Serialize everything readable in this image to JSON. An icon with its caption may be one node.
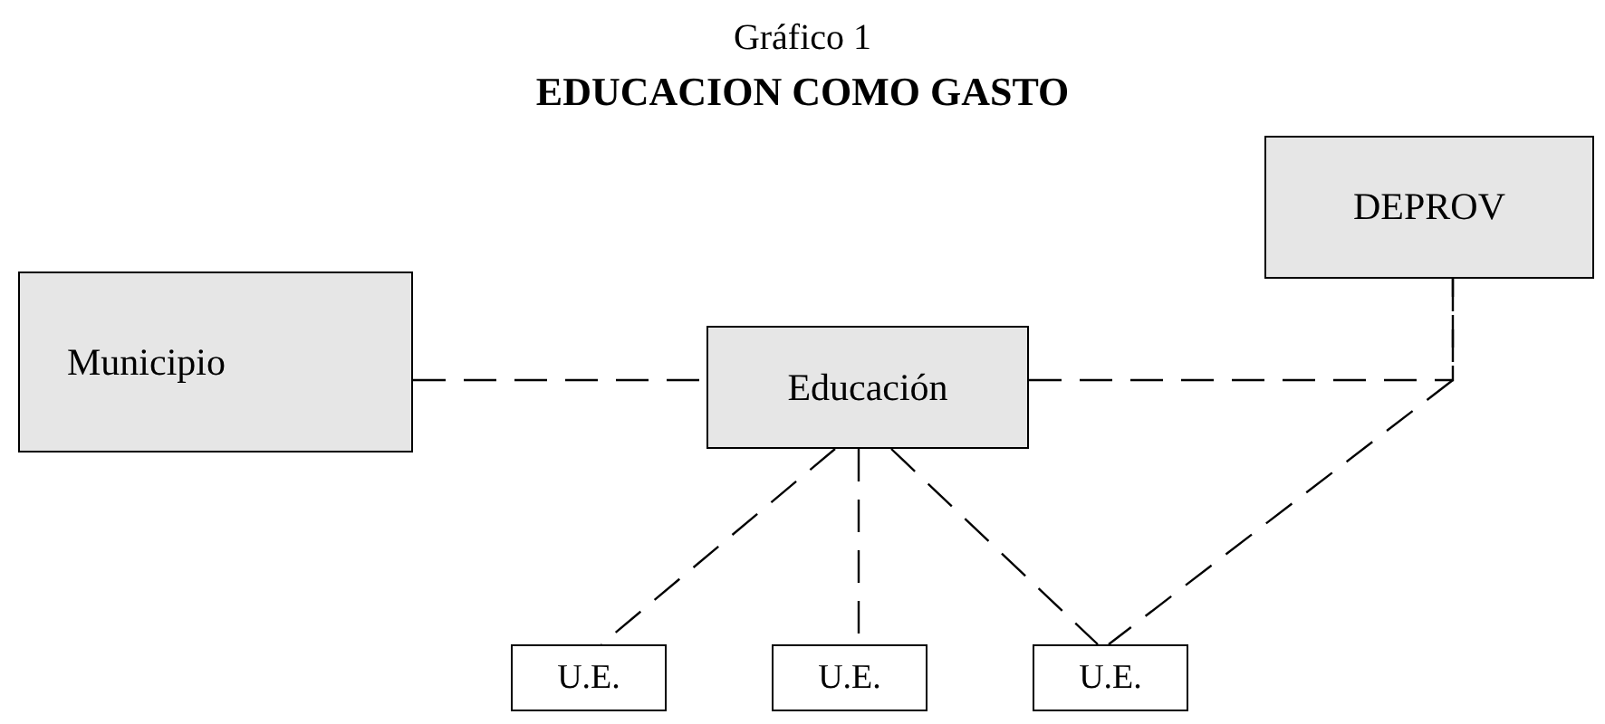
{
  "diagram": {
    "title": "EDUCACION COMO GASTO",
    "labels": [
      "Gráfico 1"
    ],
    "nodes": [
      {
        "text": [
          "Municipio"
        ]
      },
      {
        "text": [
          "Educación"
        ]
      },
      {
        "text": [
          "DEPROV"
        ]
      },
      {
        "text": [
          "U.E."
        ]
      },
      {
        "text": [
          "U.E."
        ]
      },
      {
        "text": [
          "U.E."
        ]
      }
    ],
    "edges": [
      {
        "from": 0,
        "to": 1,
        "arrow": "none",
        "style": "dashed"
      },
      {
        "from": 1,
        "to": 2,
        "arrow": "none",
        "style": "dashed"
      },
      {
        "from": 2,
        "to": 5,
        "arrow": "none",
        "style": "dashed"
      },
      {
        "from": 1,
        "to": 3,
        "arrow": "none",
        "style": "dashed"
      },
      {
        "from": 1,
        "to": 4,
        "arrow": "none",
        "style": "dashed"
      },
      {
        "from": 1,
        "to": 5,
        "arrow": "none",
        "style": "dashed"
      }
    ]
  }
}
